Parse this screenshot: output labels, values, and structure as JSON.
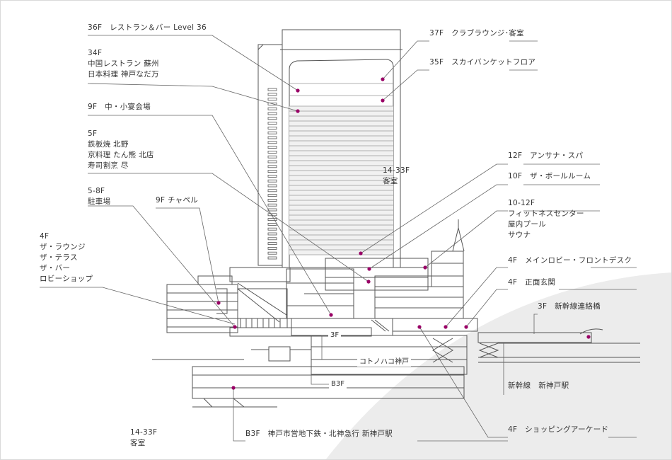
{
  "colors": {
    "line": "#555555",
    "accent": "#990066",
    "background_swoosh": "#ececec",
    "text": "#333333"
  },
  "labels": {
    "f36": "36F　レストラン＆バー Level 36",
    "f34": [
      "34F",
      "中国レストラン 蘇州",
      "日本料理 神戸なだ万"
    ],
    "f9_banquet": "9F　中・小宴会場",
    "f5": [
      "5F",
      "鉄板焼 北野",
      "京料理 たん熊 北店",
      "寿司割烹 尽"
    ],
    "parking": [
      "5-8F",
      "駐車場"
    ],
    "chapel": "9F チャペル",
    "f4_lounge": [
      "4F",
      "ザ・ラウンジ",
      "ザ・テラス",
      "ザ・バー",
      "ロビーショップ"
    ],
    "f37": "37F　クラブラウンジ･客室",
    "f35": "35F　スカイバンケットフロア",
    "f12": "12F　アンサナ・スパ",
    "f10": "10F　ザ・ボールルーム",
    "fitness": [
      "10-12F",
      "フィットネスセンター",
      "屋内プール",
      "サウナ"
    ],
    "f4_lobby": "4F　メインロビー・フロントデスク",
    "f4_entrance": "4F　正面玄関",
    "f3_bridge": "3F　新幹線連絡橋",
    "shinkansen": "新幹線　新神戸駅",
    "f4_arcade": "4F　ショッピングアーケード",
    "b3f_subway": "B3F　神戸市営地下鉄・北神急行 新神戸駅",
    "rooms_tower": [
      "14-33F",
      "客室"
    ],
    "rooms_bottom": [
      "14-33F",
      "客室"
    ],
    "f3_inline": "3F",
    "kotonohako": "コトノハコ神戸",
    "b3f_inline": "B3F"
  }
}
